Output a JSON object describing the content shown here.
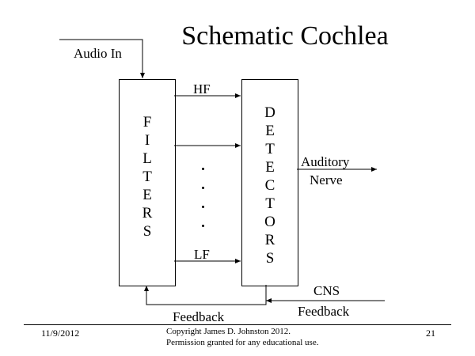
{
  "slide": {
    "title": "Schematic Cochlea",
    "labels": {
      "audio_in": "Audio In",
      "hf": "HF",
      "lf": "LF",
      "auditory": "Auditory",
      "nerve": "Nerve",
      "cns": "CNS",
      "feedback_in": "Feedback",
      "feedback_out": "Feedback"
    },
    "filters_letters": [
      "F",
      "I",
      "L",
      "T",
      "E",
      "R",
      "S"
    ],
    "detectors_letters": [
      "D",
      "E",
      "T",
      "E",
      "C",
      "T",
      "O",
      "R",
      "S"
    ],
    "dots": "...."
  },
  "footer": {
    "date": "11/9/2012",
    "copyright_line1": "Copyright James D. Johnston 2012.",
    "copyright_line2": "Permission granted for any educational use.",
    "page_number": "21"
  }
}
